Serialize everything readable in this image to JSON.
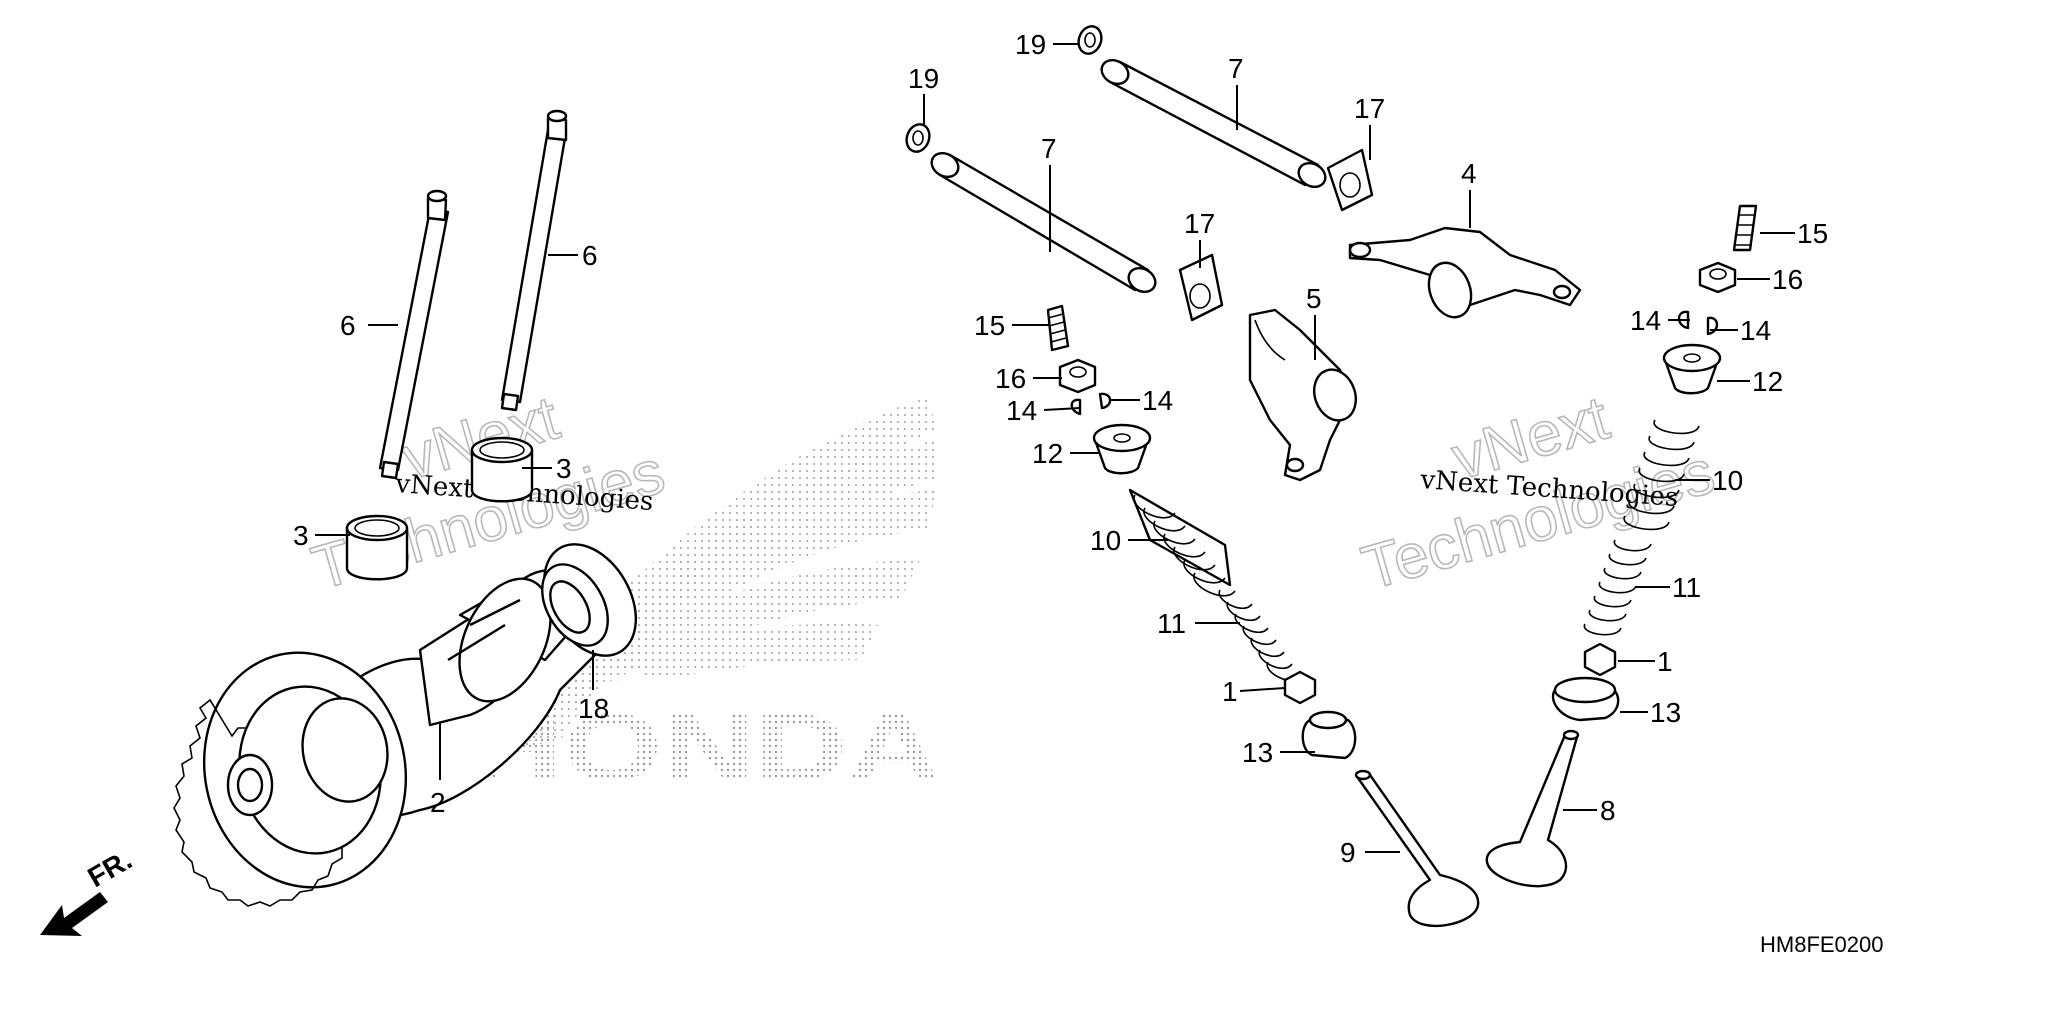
{
  "diagram": {
    "callouts": {
      "c1a": "1",
      "c1b": "1",
      "c2": "2",
      "c3a": "3",
      "c3b": "3",
      "c4": "4",
      "c5": "5",
      "c6a": "6",
      "c6b": "6",
      "c7a": "7",
      "c7b": "7",
      "c8": "8",
      "c9": "9",
      "c10a": "10",
      "c10b": "10",
      "c11a": "11",
      "c11b": "11",
      "c12a": "12",
      "c12b": "12",
      "c13a": "13",
      "c13b": "13",
      "c14a": "14",
      "c14b": "14",
      "c14c": "14",
      "c14d": "14",
      "c15a": "15",
      "c15b": "15",
      "c16a": "16",
      "c16b": "16",
      "c17a": "17",
      "c17b": "17",
      "c18": "18",
      "c19a": "19",
      "c19b": "19"
    },
    "front_label": "FR.",
    "diagram_code": "HM8FE0200",
    "logo_text": "HONDA",
    "watermark": {
      "brand": "vNext",
      "word": "Technologies",
      "full": "vNext Technologies"
    }
  }
}
